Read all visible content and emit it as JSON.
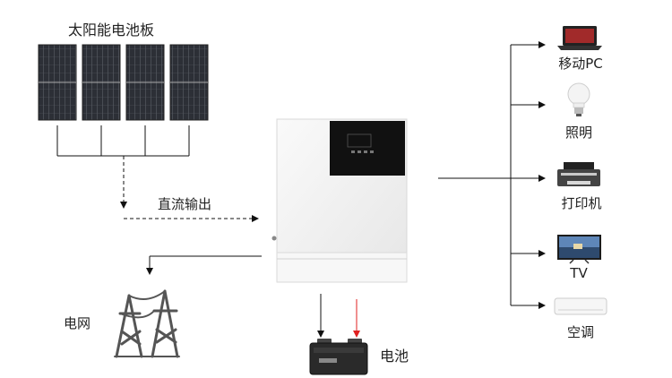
{
  "labels": {
    "solar_panels": "太阳能电池板",
    "dc_output": "直流输出",
    "grid": "电网",
    "battery": "电池"
  },
  "loads": [
    {
      "label": "移动PC",
      "icon": "laptop-icon"
    },
    {
      "label": "照明",
      "icon": "light-bulb-icon"
    },
    {
      "label": "打印机",
      "icon": "printer-icon"
    },
    {
      "label": "TV",
      "icon": "tv-icon"
    },
    {
      "label": "空调",
      "icon": "air-conditioner-icon"
    }
  ],
  "colors": {
    "line": "#111111",
    "battery_charge_arrow": "#e02020",
    "inverter_body": "#f3f3f3",
    "display_panel": "#111111"
  }
}
